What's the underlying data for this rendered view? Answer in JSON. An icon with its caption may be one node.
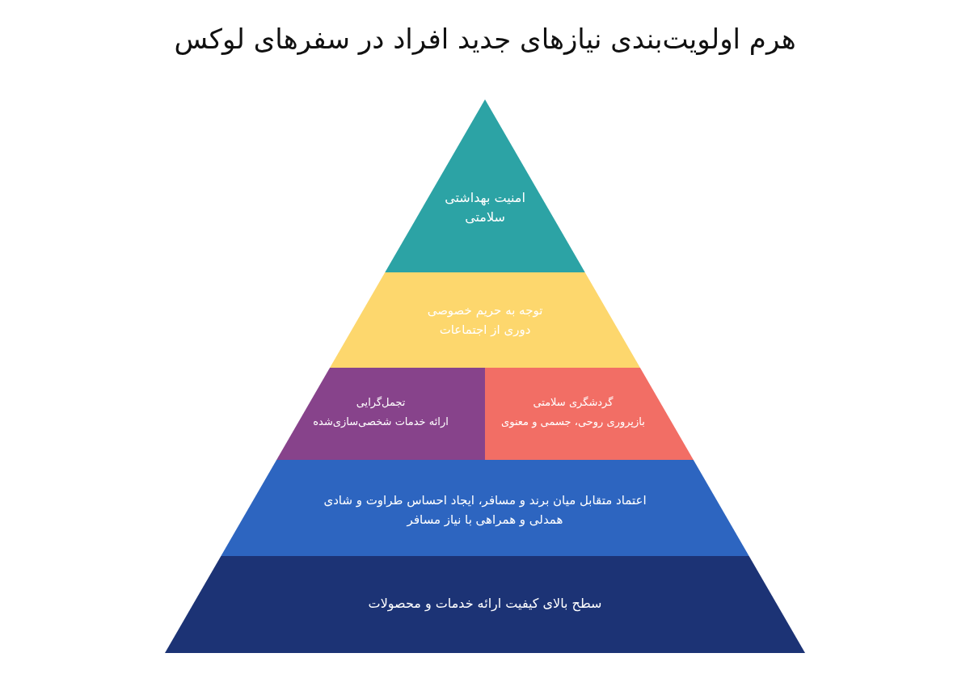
{
  "diagram": {
    "title": "هرم اولویت‌بندی نیازهای جدید افراد در سفرهای لوکس",
    "nodes": [
      {
        "text": [
          "امنیت بهداشتی",
          "سلامتی"
        ]
      },
      {
        "text": [
          "توجه به حریم خصوصی",
          "دوری از اجتماعات"
        ]
      },
      {
        "text": [
          "گردشگری سلامتی",
          "بازپروری روحی، جسمی و معنوی"
        ]
      },
      {
        "text": [
          "تجمل‌گرایی",
          "ارائه خدمات شخصی‌سازی‌شده"
        ]
      },
      {
        "text": [
          "اعتماد متقابل میان برند و مسافر، ایجاد احساس طراوت و شادی",
          "همدلی و همراهی با نیاز مسافر"
        ]
      },
      {
        "text": [
          "سطح بالای کیفیت ارائه خدمات و محصولات"
        ]
      }
    ]
  }
}
